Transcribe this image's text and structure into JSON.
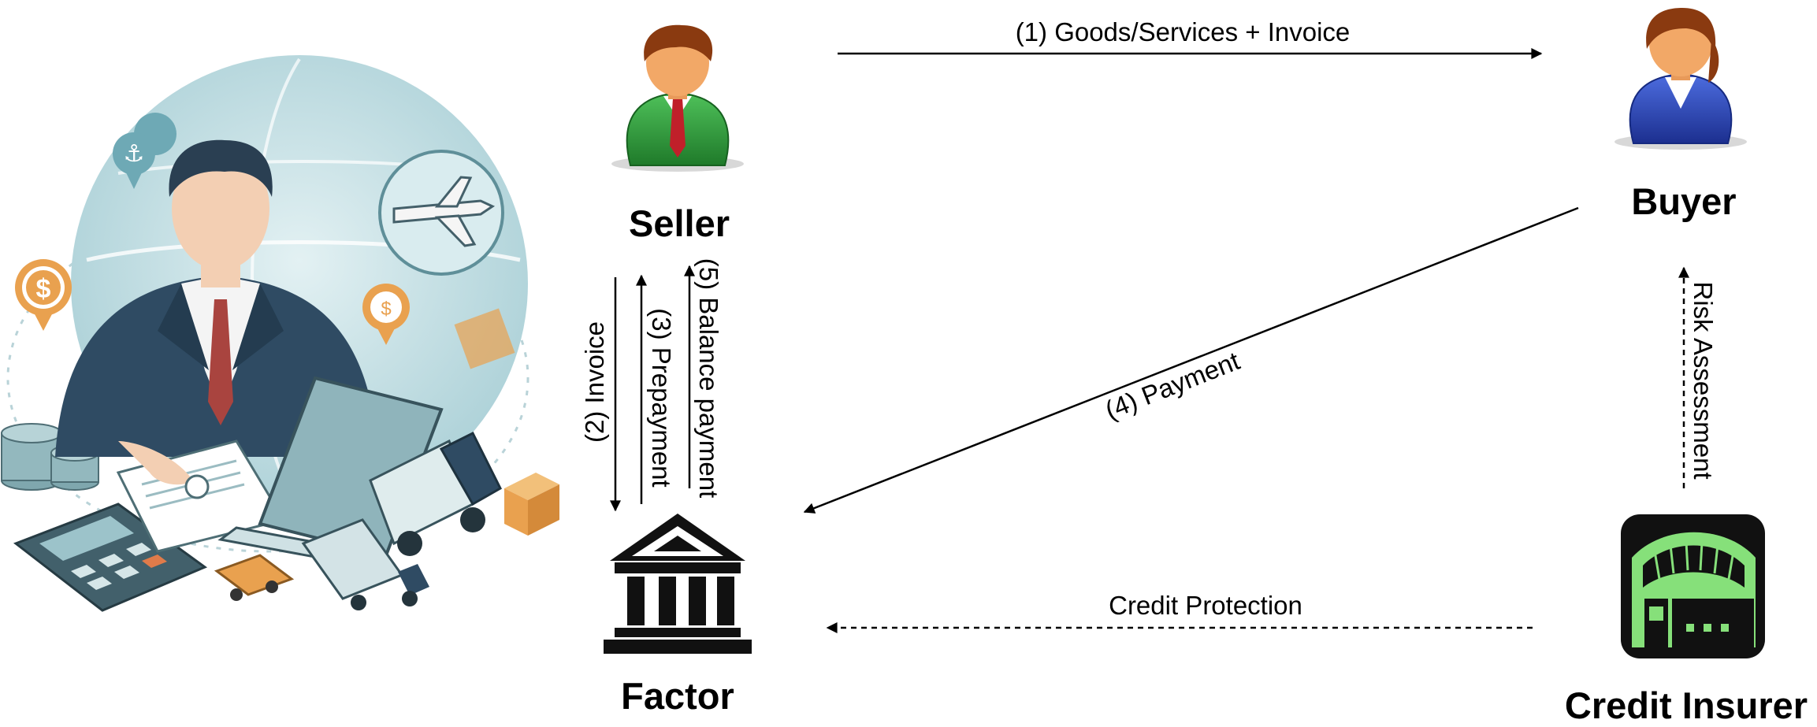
{
  "nodes": {
    "seller": {
      "label": "Seller",
      "icon": "seller-person-icon",
      "colors": {
        "suit": "#2e9a38",
        "tie": "#c0202a",
        "hair": "#8a3a10",
        "skin": "#f2a867"
      }
    },
    "buyer": {
      "label": "Buyer",
      "icon": "buyer-person-icon",
      "colors": {
        "suit": "#2c45b8",
        "hair": "#8a3a10",
        "skin": "#f2a867"
      }
    },
    "factor": {
      "label": "Factor",
      "icon": "bank-building-icon",
      "colors": {
        "fill": "#111111"
      }
    },
    "credit_insurer": {
      "label": "Credit Insurer",
      "icon": "credit-insurer-icon",
      "colors": {
        "fill": "#111111",
        "accent": "#86e07a"
      }
    }
  },
  "edges": {
    "goods_invoice": {
      "label": "(1) Goods/Services + Invoice",
      "from": "Seller",
      "to": "Buyer",
      "style": "solid"
    },
    "invoice": {
      "label": "(2) Invoice",
      "from": "Seller",
      "to": "Factor",
      "style": "solid"
    },
    "prepayment": {
      "label": "(3) Prepayment",
      "from": "Factor",
      "to": "Seller",
      "style": "solid"
    },
    "payment": {
      "label": "(4) Payment",
      "from": "Buyer",
      "to": "Factor",
      "style": "solid"
    },
    "balance_payment": {
      "label": "(5) Balance payment",
      "from": "Factor",
      "to": "Seller",
      "style": "solid"
    },
    "risk_assessment": {
      "label": "Risk Assessment",
      "from": "Credit Insurer",
      "to": "Buyer",
      "style": "dashed"
    },
    "credit_protection": {
      "label": "Credit Protection",
      "from": "Credit Insurer",
      "to": "Factor",
      "style": "dashed"
    }
  },
  "illustration": {
    "icon": "businessman-illustration-icon",
    "colors": {
      "globe": "#cfe6ea",
      "suit": "#2f4b63",
      "accent": "#e8a04a",
      "teal": "#7fb3bd"
    }
  }
}
